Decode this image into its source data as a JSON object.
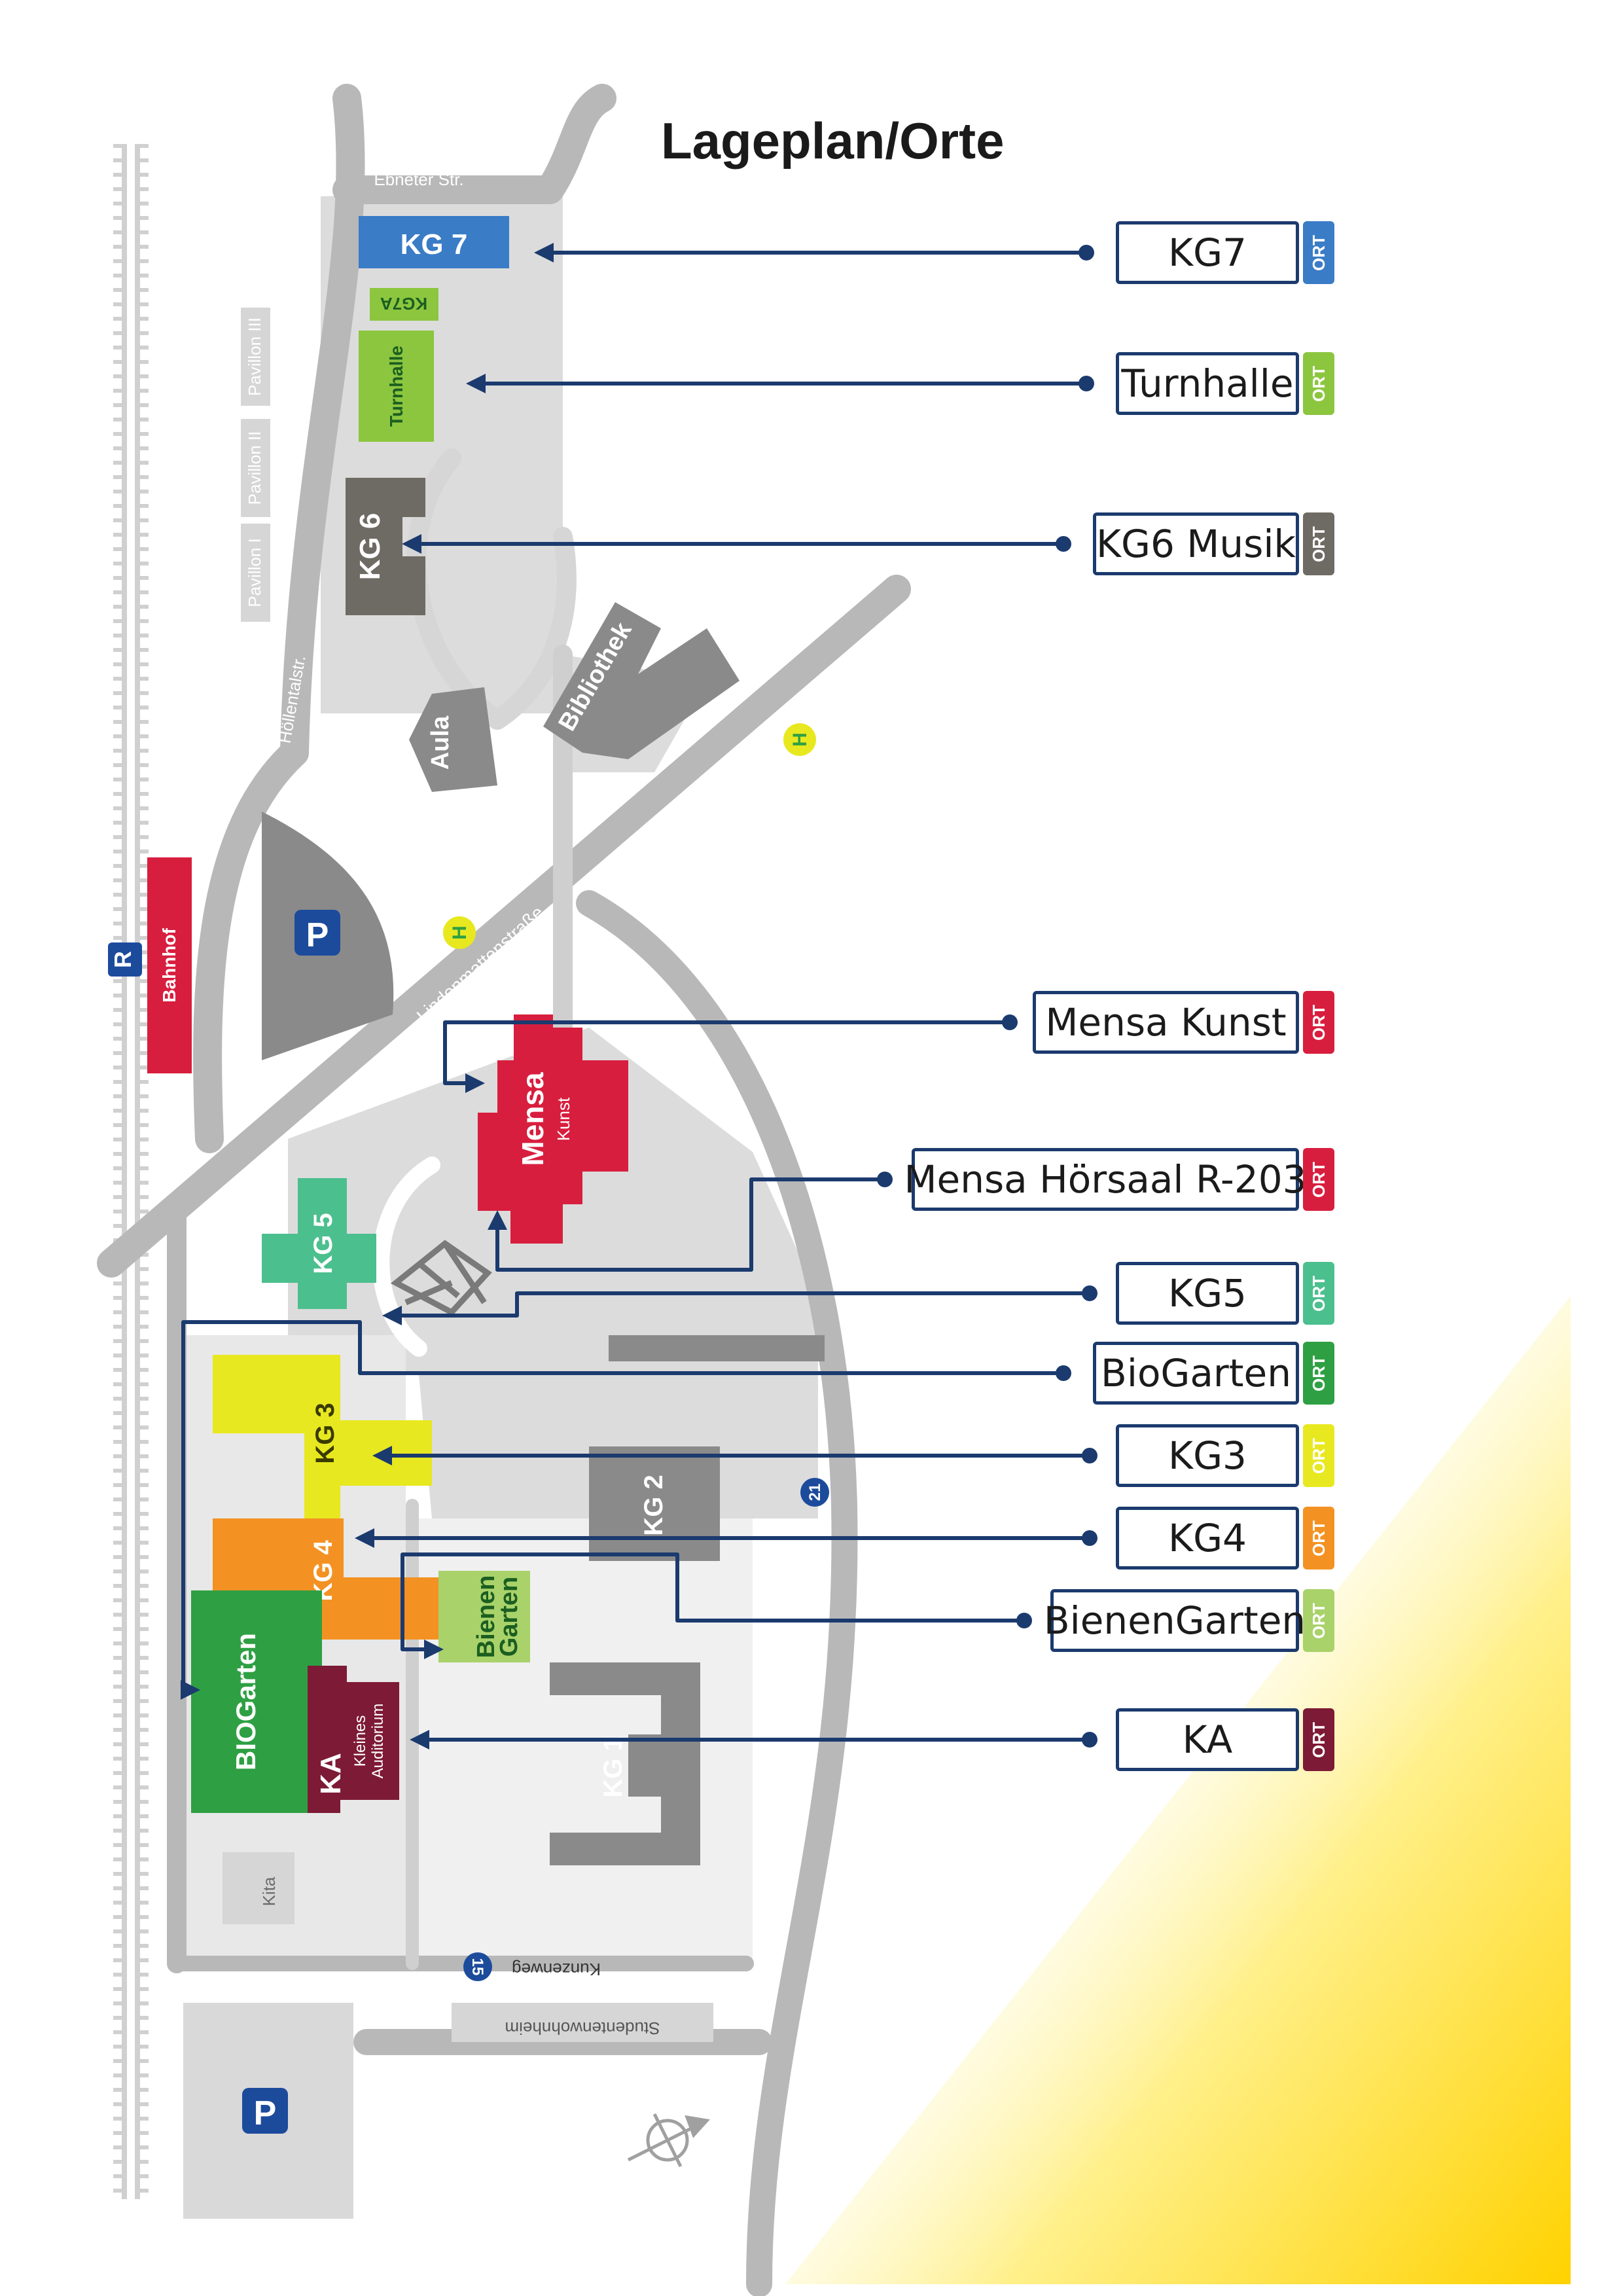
{
  "title": "Lageplan/Orte",
  "tag_label": "ORT",
  "streets": {
    "ebneter": "Ebneter Str.",
    "hoellental": "Höllentalstr.",
    "lindenmatten": "Lindenmattenstraße",
    "kunzenweg": "Kunzenweg",
    "kunzenweg_lower": "Kunzenweg",
    "kunzenweg_num_21": "21",
    "kunzenweg_num_15": "15"
  },
  "buildings": {
    "kg7": "KG 7",
    "kg7a": "KG7A",
    "turnhalle": "Turnhalle",
    "pavillon1": "Pavillon I",
    "pavillon2": "Pavillon II",
    "pavillon3": "Pavillon III",
    "kg6": "KG 6",
    "aula": "Aula",
    "bibliothek": "Bibliothek",
    "bahnhof": "Bahnhof",
    "mensa": "Mensa",
    "mensa_sub": "Kunst",
    "kg5": "KG 5",
    "kg3": "KG 3",
    "kg2": "KG 2",
    "kg4": "KG 4",
    "bienen1": "Bienen",
    "bienen2": "Garten",
    "biogarten": "BIOGarten",
    "ka": "KA",
    "ka_sub1": "Kleines",
    "ka_sub2": "Auditorium",
    "kg1": "KG 1",
    "kita": "Kita",
    "studenten": "Studentenwohnheim"
  },
  "symbols": {
    "parking": "P",
    "bus_stop": "H",
    "rail": "R"
  },
  "locations": [
    {
      "label": "KG7",
      "color": "#3a7cc6"
    },
    {
      "label": "Turnhalle",
      "color": "#8cc63f"
    },
    {
      "label": "KG6 Musik",
      "color": "#6e6a64"
    },
    {
      "label": "Mensa Kunst",
      "color": "#d81e3e"
    },
    {
      "label": "Mensa Hörsaal R-203",
      "color": "#d81e3e"
    },
    {
      "label": "KG5",
      "color": "#4cbf8e"
    },
    {
      "label": "BioGarten",
      "color": "#2ea043"
    },
    {
      "label": "KG3",
      "color": "#e8e820"
    },
    {
      "label": "KG4",
      "color": "#f39223"
    },
    {
      "label": "BienenGarten",
      "color": "#a9d26a"
    },
    {
      "label": "KA",
      "color": "#7d1a36"
    }
  ]
}
